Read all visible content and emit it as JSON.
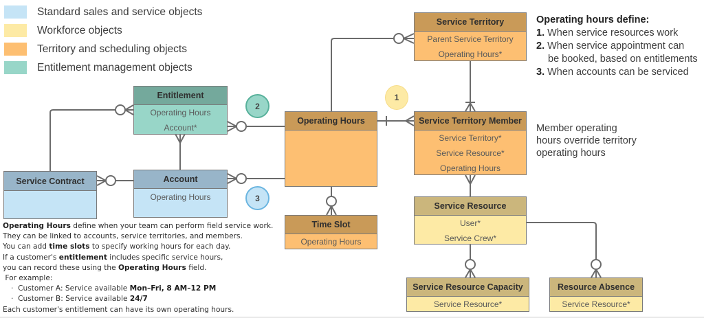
{
  "colors": {
    "standard": "#c5e4f6",
    "standard_head": "#98b5c9",
    "workforce": "#fdeaa5",
    "workforce_head": "#cbb67c",
    "territory": "#fdbf72",
    "territory_head": "#c99a58",
    "entitlement": "#98d6c8",
    "entitlement_head": "#74a99c",
    "line": "#6b6b6b",
    "badge_yellow": "#fdeaa5",
    "badge_green": "#98d6c8",
    "badge_blue": "#c5e4f6"
  },
  "legend": [
    {
      "label": "Standard sales and service objects",
      "color_key": "standard"
    },
    {
      "label": "Workforce objects",
      "color_key": "workforce"
    },
    {
      "label": "Territory and scheduling objects",
      "color_key": "territory"
    },
    {
      "label": "Entitlement management objects",
      "color_key": "entitlement"
    }
  ],
  "entities": {
    "entitlement": {
      "title": "Entitlement",
      "fields": [
        "Operating Hours",
        "Account*"
      ]
    },
    "service_contract": {
      "title": "Service Contract",
      "fields": []
    },
    "account": {
      "title": "Account",
      "fields": [
        "Operating Hours"
      ]
    },
    "operating_hours": {
      "title": "Operating Hours",
      "fields": []
    },
    "time_slot": {
      "title": "Time Slot",
      "fields": [
        "Operating Hours"
      ]
    },
    "service_territory": {
      "title": "Service Territory",
      "fields": [
        "Parent Service Territory",
        "Operating Hours*"
      ]
    },
    "service_territory_member": {
      "title": "Service Territory Member",
      "fields": [
        "Service Territory*",
        "Service Resource*",
        "Operating Hours"
      ]
    },
    "service_resource": {
      "title": "Service Resource",
      "fields": [
        "User*",
        "Service Crew*"
      ]
    },
    "service_resource_capacity": {
      "title": "Service Resource Capacity",
      "fields": [
        "Service Resource*"
      ]
    },
    "resource_absence": {
      "title": "Resource Absence",
      "fields": [
        "Service Resource*"
      ]
    }
  },
  "badges": {
    "one": "1",
    "two": "2",
    "three": "3"
  },
  "define_note": {
    "title": "Operating hours define:",
    "items": [
      {
        "num": "1.",
        "text": "When service resources work"
      },
      {
        "num": "2.",
        "text": "When service appointment can"
      },
      {
        "num": "",
        "text": "be booked, based on entitlements"
      },
      {
        "num": "3.",
        "text": "When accounts can be serviced"
      }
    ]
  },
  "member_note": [
    "Member operating",
    "hours override territory",
    "operating hours"
  ],
  "description": {
    "l1_b": "Operating Hours",
    "l1": " define when your team can perform field service work.",
    "l2": "They can be linked to accounts, service territories, and members.",
    "l3_a": "You can add ",
    "l3_b": "time slots",
    "l3_c": " to specify working hours for each day.",
    "l4_a": "If a customer's ",
    "l4_b": "entitlement",
    "l4_c": " includes specific service hours,",
    "l5_a": "you can record these using the ",
    "l5_b": "Operating Hours",
    "l5_c": " field.",
    "l6": " For example:",
    "b1_a": "Customer A: Service available ",
    "b1_b": "Mon–Fri, 8 AM–12 PM",
    "b2_a": "Customer B: Service available ",
    "b2_b": "24/7",
    "l7": "Each customer's entitlement can have its own operating hours."
  }
}
